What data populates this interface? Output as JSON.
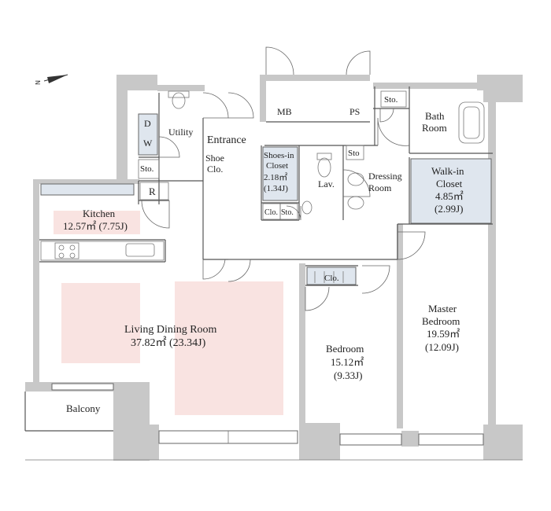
{
  "compass": {
    "label": "N",
    "icon": "north-arrow-icon"
  },
  "colors": {
    "wall": "#c8c8c8",
    "highlight": "#f9e3e1",
    "closet": "#dfe6ee",
    "line": "#555555"
  },
  "rooms": {
    "mb": "MB",
    "ps": "PS",
    "sto_bath": "Sto.",
    "bath": [
      "Bath",
      "Room"
    ],
    "d": "D",
    "w": "W",
    "utility": "Utility",
    "sto_utility": "Sto.",
    "r": "R",
    "entrance": "Entrance",
    "shoe_clo": [
      "Shoe",
      "Clo."
    ],
    "shoes_in_closet": [
      "Shoes-in",
      "Closet",
      "2.18㎡",
      "(1.34J)"
    ],
    "clo_small": "Clo.",
    "sto_small": "Sto.",
    "lav": "Lav.",
    "sto_dressing": "Sto",
    "dressing": [
      "Dressing",
      "Room"
    ],
    "walk_in_closet": [
      "Walk-in",
      "Closet",
      "4.85㎡",
      "(2.99J)"
    ],
    "kitchen": [
      "Kitchen",
      "12.57㎡ (7.75J)"
    ],
    "living": [
      "Living Dining Room",
      "37.82㎡ (23.34J)"
    ],
    "clo_bedroom": "Clo.",
    "bedroom": [
      "Bedroom",
      "15.12㎡",
      "(9.33J)"
    ],
    "master": [
      "Master",
      "Bedroom",
      "19.59㎡",
      "(12.09J)"
    ],
    "balcony": "Balcony"
  }
}
